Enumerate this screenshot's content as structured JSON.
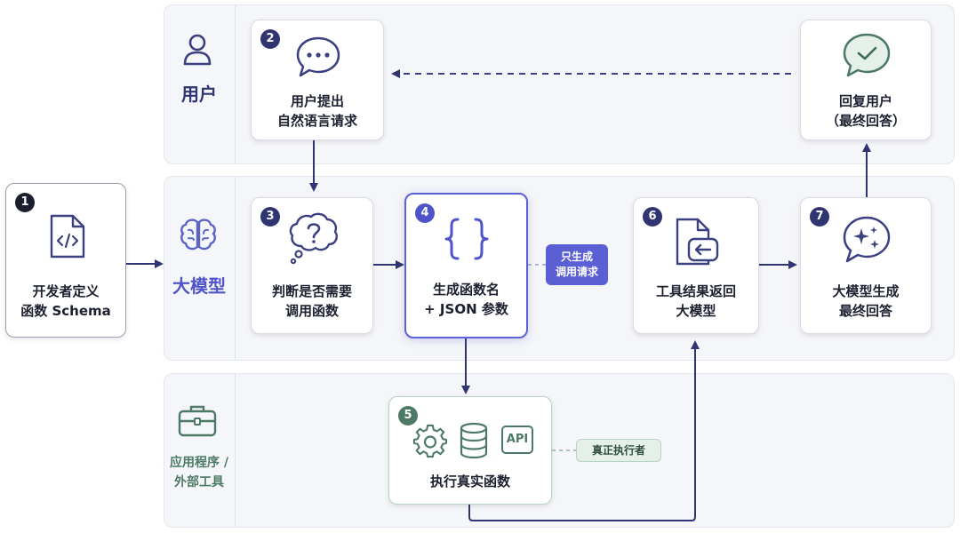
{
  "lanes": {
    "user": {
      "label": "用户"
    },
    "model": {
      "label": "大模型"
    },
    "app": {
      "label_line1": "应用程序 /",
      "label_line2": "外部工具"
    }
  },
  "steps": {
    "s1": {
      "num": "1",
      "line1": "开发者定义",
      "line2": "函数 Schema"
    },
    "s2": {
      "num": "2",
      "line1": "用户提出",
      "line2": "自然语言请求"
    },
    "s3": {
      "num": "3",
      "line1": "判断是否需要",
      "line2": "调用函数"
    },
    "s4": {
      "num": "4",
      "line1": "生成函数名",
      "line2": "+ JSON 参数"
    },
    "s5": {
      "num": "5",
      "line1": "执行真实函数",
      "api_label": "API"
    },
    "s6": {
      "num": "6",
      "line1": "工具结果返回",
      "line2": "大模型"
    },
    "s7": {
      "num": "7",
      "line1": "大模型生成",
      "line2": "最终回答"
    },
    "reply": {
      "line1": "回复用户",
      "line2": "（最终回答）"
    }
  },
  "tags": {
    "only_generate": {
      "line1": "只生成",
      "line2": "调用请求"
    },
    "real_executor": {
      "text": "真正执行者"
    }
  },
  "colors": {
    "navy": "#2f3570",
    "accent_blue": "#4f55c9",
    "green": "#4d7a66",
    "green_light": "#e6f0ea"
  }
}
